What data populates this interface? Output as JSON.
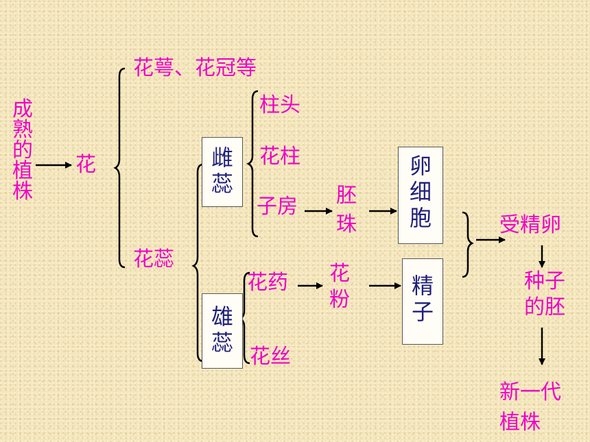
{
  "nodes": {
    "mature_plant": "成熟的植株",
    "flower": "花",
    "sepal_petal": "花萼、花冠等",
    "pistil_stamen": "花蕊",
    "pistil": "雌蕊",
    "stamen": "雄蕊",
    "stigma": "柱头",
    "style": "花柱",
    "ovary": "子房",
    "anther": "花药",
    "filament": "花丝",
    "ovule": "胚珠",
    "pollen": "花粉",
    "egg_cell": "卵细胞",
    "sperm": "精子",
    "fertilized_egg": "受精卵",
    "seed_embryo": "种子的胚",
    "new_plant_line1": "新一代",
    "new_plant_line2": "植株"
  },
  "colors": {
    "label": "#f000c8",
    "box_text": "#1f1f7a",
    "line": "#000000",
    "background": "#f4e6bd"
  }
}
